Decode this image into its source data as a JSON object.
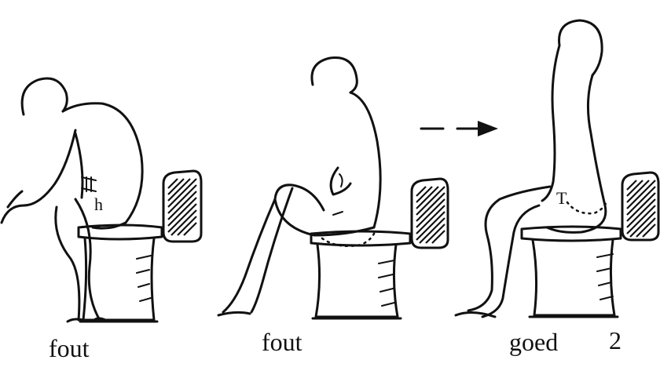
{
  "panels": [
    {
      "caption": "fout",
      "marker": "h"
    },
    {
      "caption": "fout"
    },
    {
      "caption": "goed",
      "marker": "T"
    }
  ],
  "figure_number": "2"
}
